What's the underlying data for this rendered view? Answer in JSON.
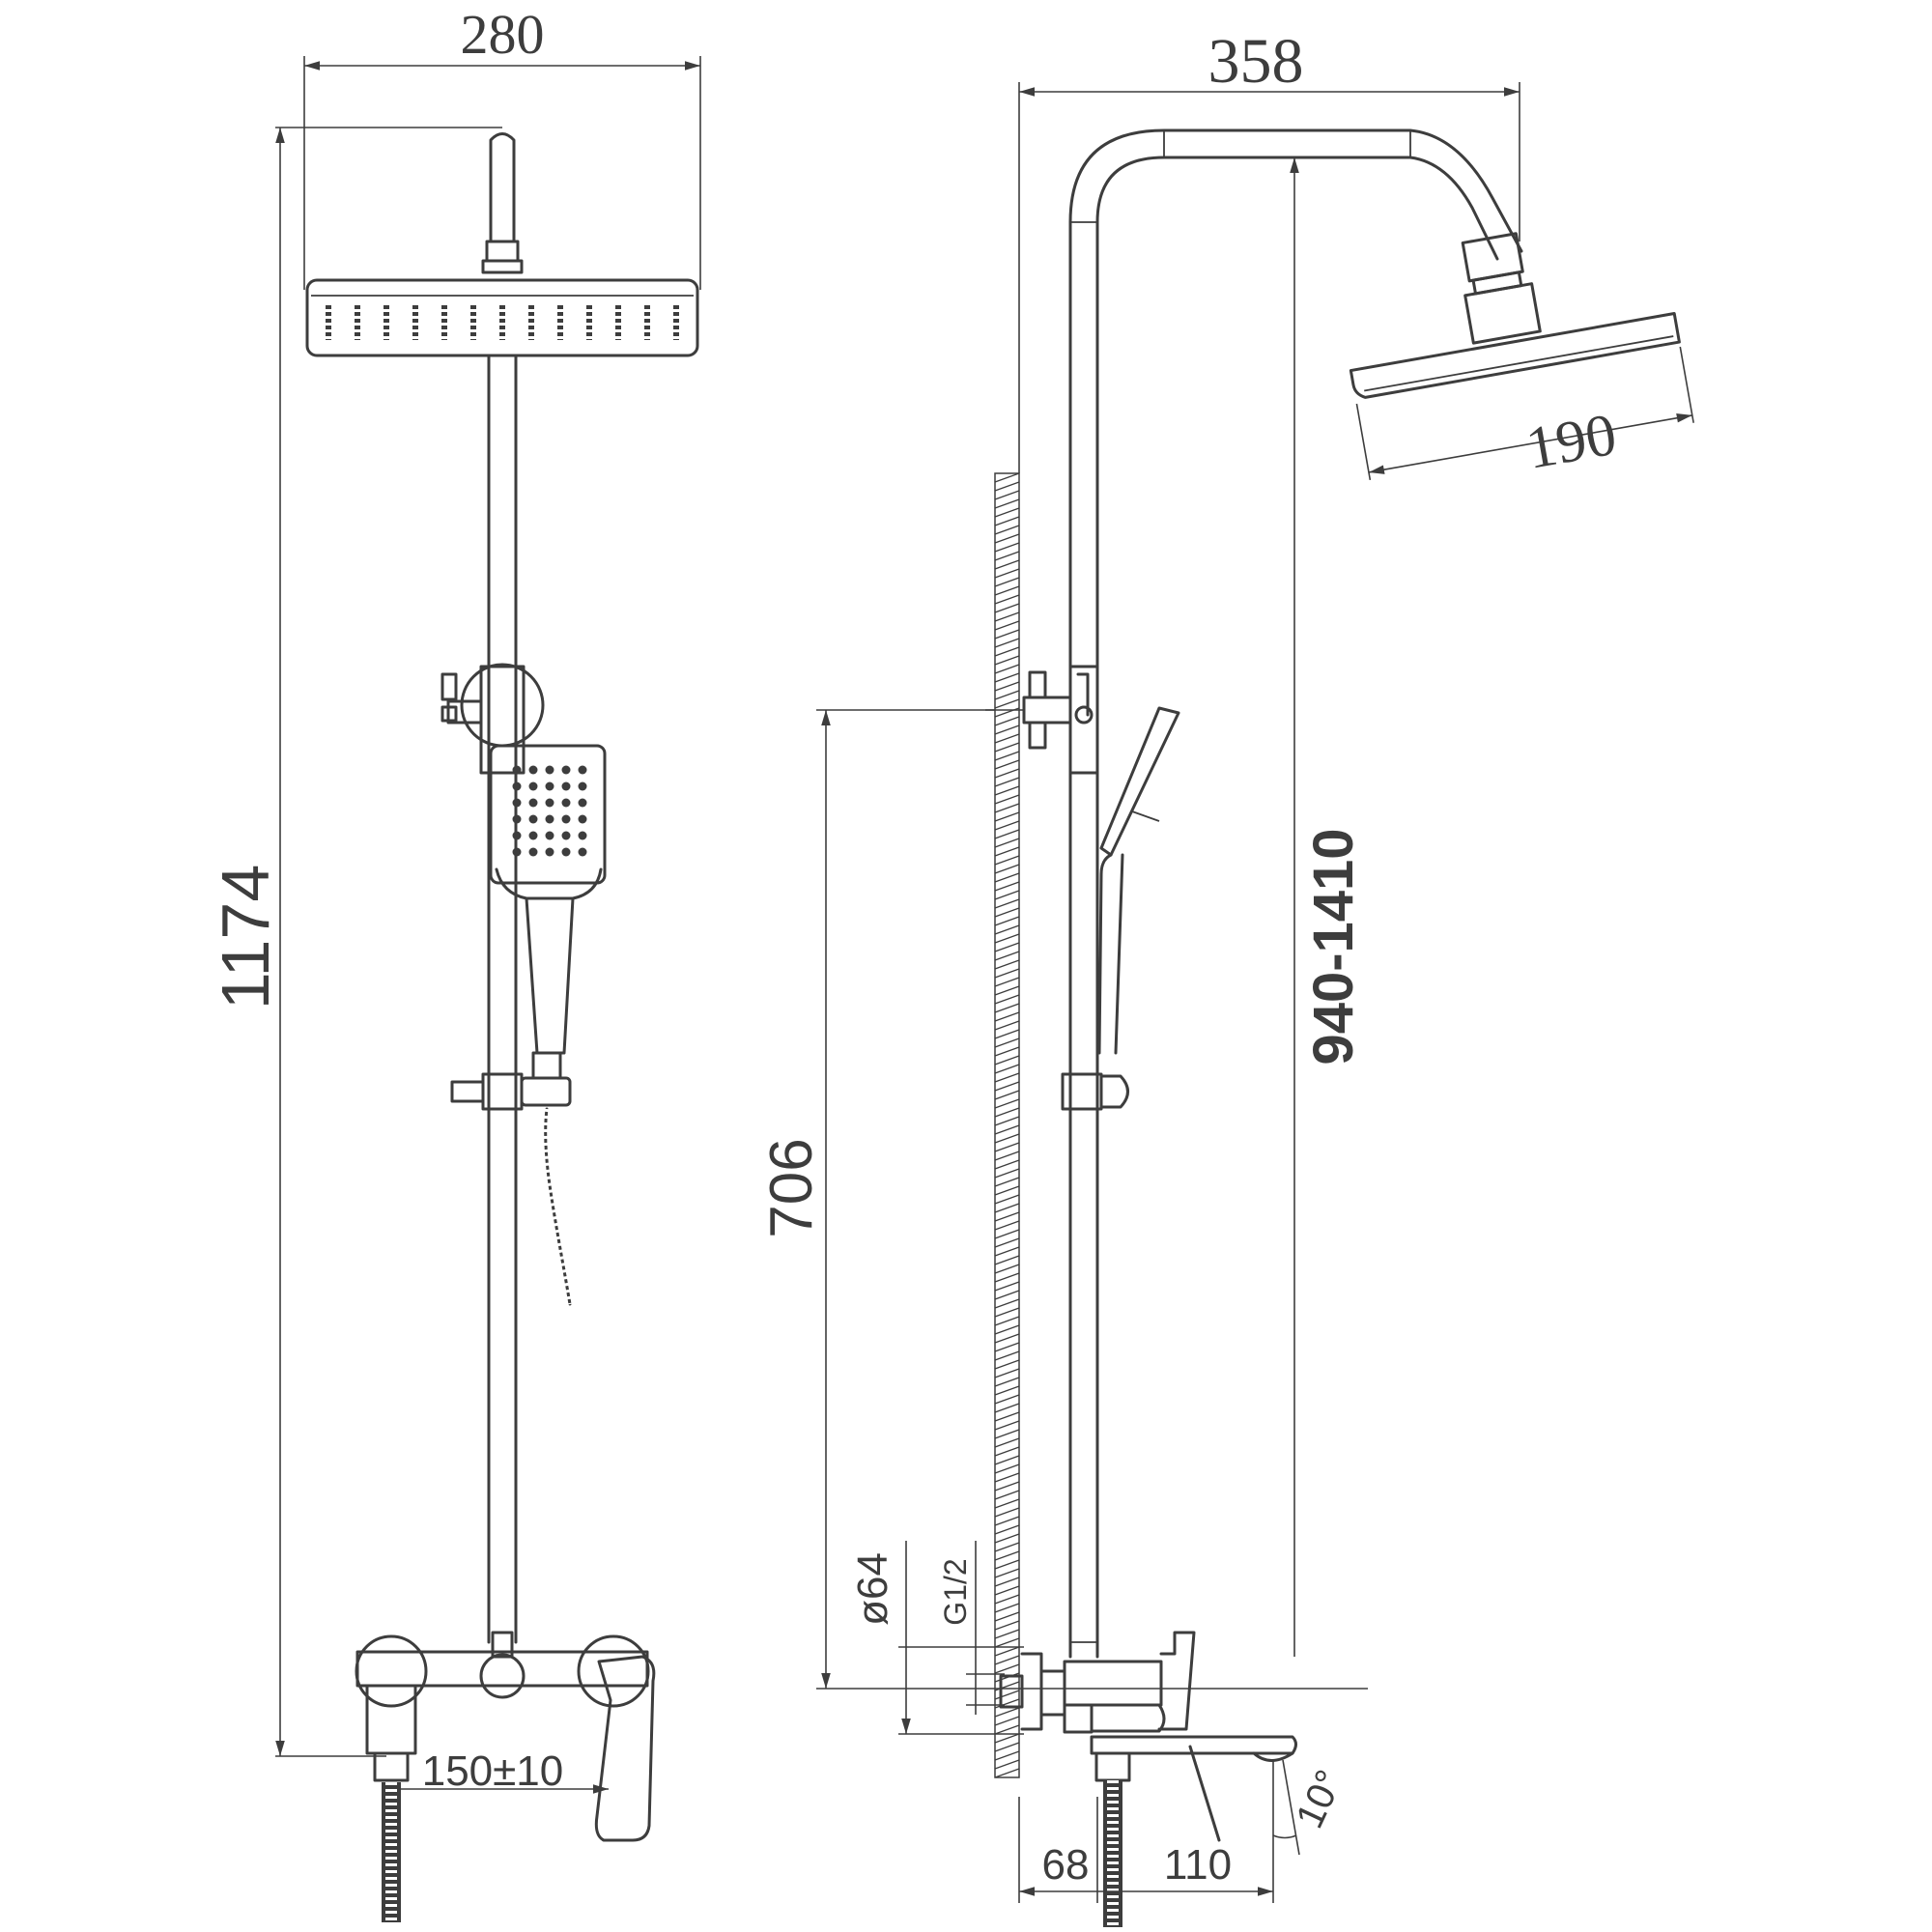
{
  "front_view": {
    "overall_height": "1174",
    "head_width": "280",
    "inlet_spacing": "150±10"
  },
  "side_view": {
    "overall_projection": "358",
    "head_diameter": "190",
    "mixer_height": "706",
    "adjustable_height": "940-1410",
    "flange_diameter": "ø64",
    "thread": "G1/2",
    "wall_to_mixer": "68",
    "spout_length": "110",
    "spout_angle": "10°"
  },
  "colors": {
    "line": "#3d3d3d",
    "background": "#ffffff"
  }
}
